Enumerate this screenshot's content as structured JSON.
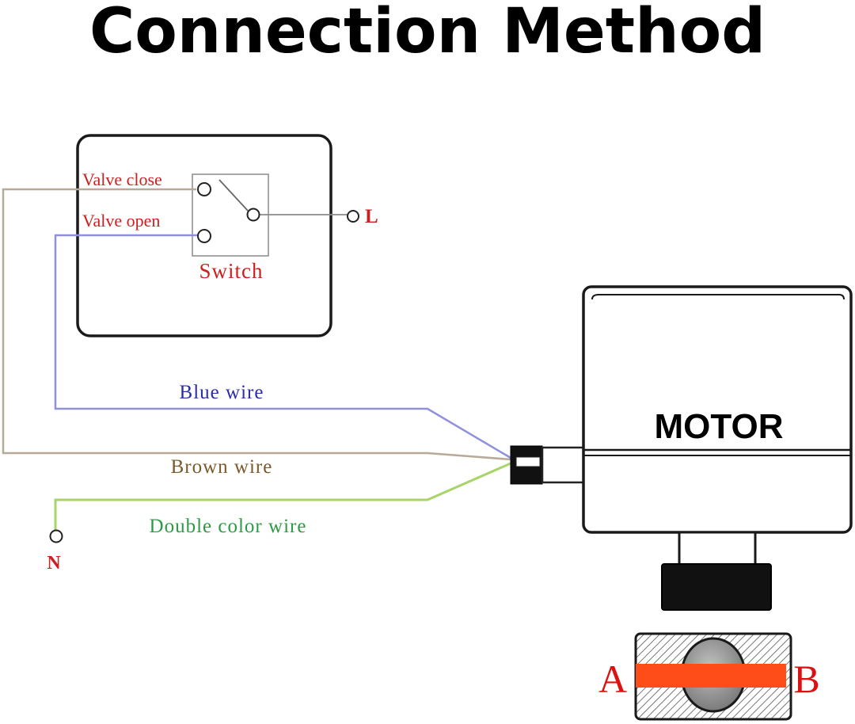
{
  "title": "Connection Method",
  "switch_panel": {
    "label": "Switch",
    "valve_close": "Valve close",
    "valve_open": "Valve open",
    "live_terminal": "L"
  },
  "wires": {
    "blue": {
      "label": "Blue wire",
      "color": "#8f90de",
      "text_color": "#2b2bb0"
    },
    "brown": {
      "label": "Brown wire",
      "color": "#b7aa98",
      "text_color": "#7a5a2a"
    },
    "double": {
      "label": "Double color wire",
      "color": "#a9d468",
      "text_color": "#2e9a45"
    }
  },
  "neutral_terminal": "N",
  "motor": {
    "label": "MOTOR"
  },
  "valve": {
    "port_a": "A",
    "port_b": "B",
    "flow_color": "#ff4d1a"
  },
  "colors": {
    "label_red": "#cc1f1f",
    "outline": "#1a1a1a"
  }
}
